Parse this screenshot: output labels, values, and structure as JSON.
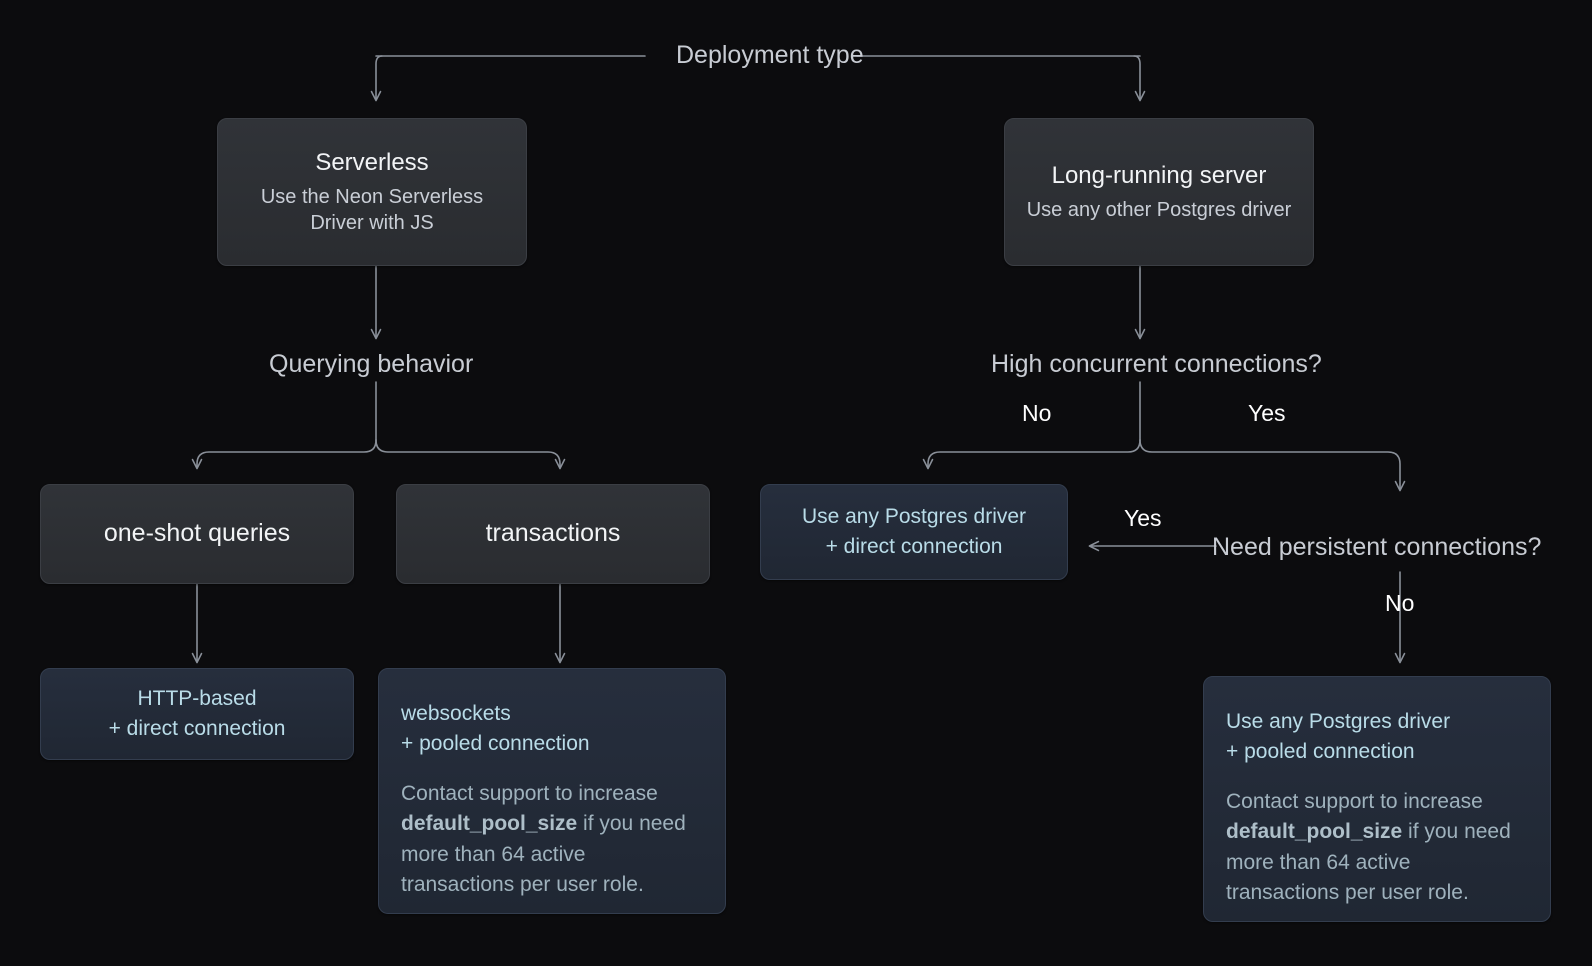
{
  "diagram": {
    "title": "Deployment type",
    "root_label": "Deployment type",
    "theme": {
      "background": "#0c0c0e",
      "node_gray_fill": "#2d3034",
      "node_blue_fill": "#232a38",
      "wire_color": "#8a9099",
      "text_primary": "#f2f4f6",
      "text_secondary": "#c9ced6",
      "accent_blue": "#b9dce8",
      "body_blue": "#9fb2bd"
    },
    "nodes": {
      "serverless": {
        "title": "Serverless",
        "subtitle": "Use the Neon Serverless Driver with JS"
      },
      "long_running": {
        "title": "Long-running server",
        "subtitle": "Use any other Postgres driver"
      },
      "querying_behavior": {
        "label": "Querying behavior"
      },
      "high_concurrent": {
        "label": "High concurrent connections?"
      },
      "need_persistent": {
        "label": "Need persistent connections?"
      },
      "one_shot": {
        "title": "one-shot queries"
      },
      "transactions": {
        "title": "transactions"
      },
      "http_based": {
        "line1": "HTTP-based",
        "line2": "+ direct connection"
      },
      "websockets": {
        "line1": "websockets",
        "line2": "+ pooled connection",
        "body_before": "Contact support to increase ",
        "body_code": "default_pool_size",
        "body_after": " if you need more than 64 active transactions per user role."
      },
      "driver_direct": {
        "line1": "Use any Postgres driver",
        "line2": "+ direct connection"
      },
      "driver_pooled": {
        "line1": "Use any Postgres driver",
        "line2": "+ pooled connection",
        "body_before": "Contact support to increase ",
        "body_code": "default_pool_size",
        "body_after": " if you need more than 64 active transactions per user role."
      }
    },
    "edge_labels": {
      "concurrent_no": "No",
      "concurrent_yes": "Yes",
      "persistent_yes": "Yes",
      "persistent_no": "No"
    }
  }
}
